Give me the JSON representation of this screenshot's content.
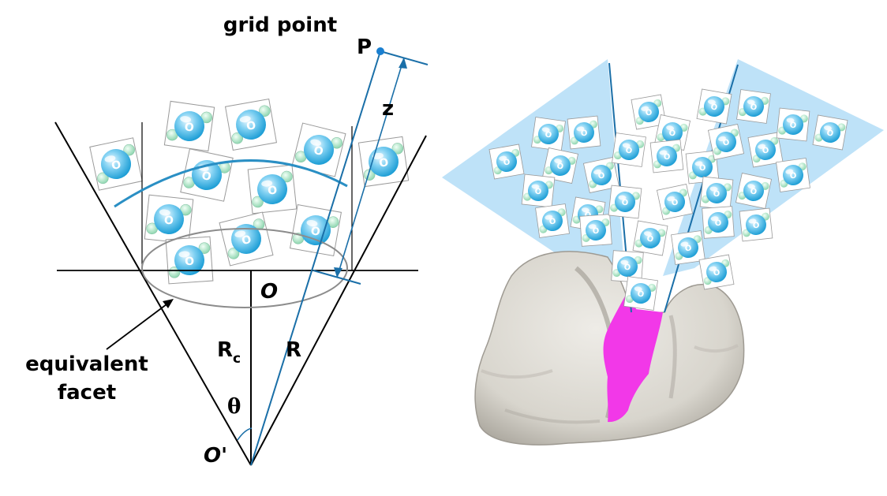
{
  "labels": {
    "grid_point": "grid point",
    "point_p": "P",
    "distance_z": "z",
    "center_o": "O",
    "vertex_o_prime": "O'",
    "radius_rc": "R",
    "radius_rc_sub": "c",
    "radius_r": "R",
    "angle_theta": "θ",
    "equivalent_facet_line1": "equivalent",
    "equivalent_facet_line2": "facet"
  },
  "colors": {
    "lines": "#000000",
    "blue_lines": "#1a6fa8",
    "arc": "#2a8fc4",
    "facet_ellipse": "#8c8c8c",
    "cone_fill": "#a8d8f5",
    "nucleus": "#e4e2dc",
    "nucleus_shadow": "#b9b6ae",
    "outgassing": "#f238e8",
    "molecule_oxygen": "#3fb6e6",
    "molecule_hydrogen": "#8fd6b0"
  },
  "icons": {
    "molecule": "water-molecule-icon",
    "nucleus": "comet-nucleus-icon"
  }
}
